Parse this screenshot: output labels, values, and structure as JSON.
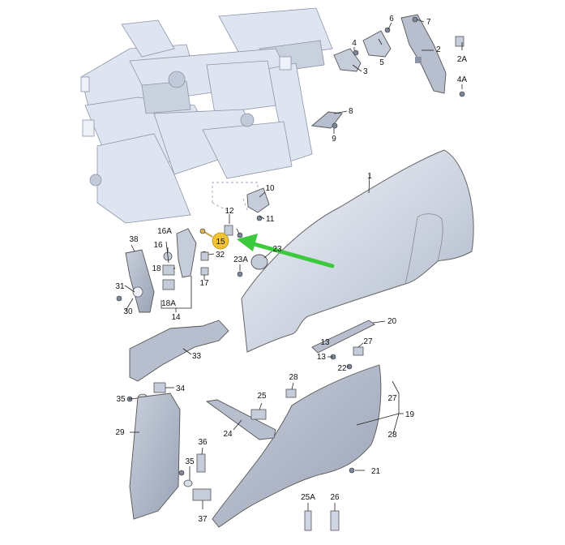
{
  "callouts": {
    "c1": "1",
    "c2": "2",
    "c2a": "2A",
    "c3": "3",
    "c4": "4",
    "c4a": "4A",
    "c5": "5",
    "c6": "6",
    "c7": "7",
    "c8": "8",
    "c9": "9",
    "c10": "10",
    "c11": "11",
    "c12": "12",
    "c13": "13",
    "c14": "14",
    "c15": "15",
    "c16": "16",
    "c16a": "16A",
    "c17": "17",
    "c18": "18",
    "c18a": "18A",
    "c19": "19",
    "c20": "20",
    "c21": "21",
    "c22": "22",
    "c23": "23",
    "c23a": "23A",
    "c24": "24",
    "c25": "25",
    "c25a": "25A",
    "c26": "26",
    "c27": "27",
    "c28": "28",
    "c29": "29",
    "c30": "30",
    "c31": "31",
    "c32": "32",
    "c33": "33",
    "c34": "34",
    "c35": "35",
    "c36": "36",
    "c37": "37",
    "c38": "38"
  },
  "colors": {
    "background": "#ffffff",
    "part_fill": "#d7dde9",
    "part_fill_dark": "#aeb6c6",
    "highlight_badge": "#f1c232",
    "arrow": "#3dc93d"
  },
  "highlight": {
    "label": "15"
  }
}
